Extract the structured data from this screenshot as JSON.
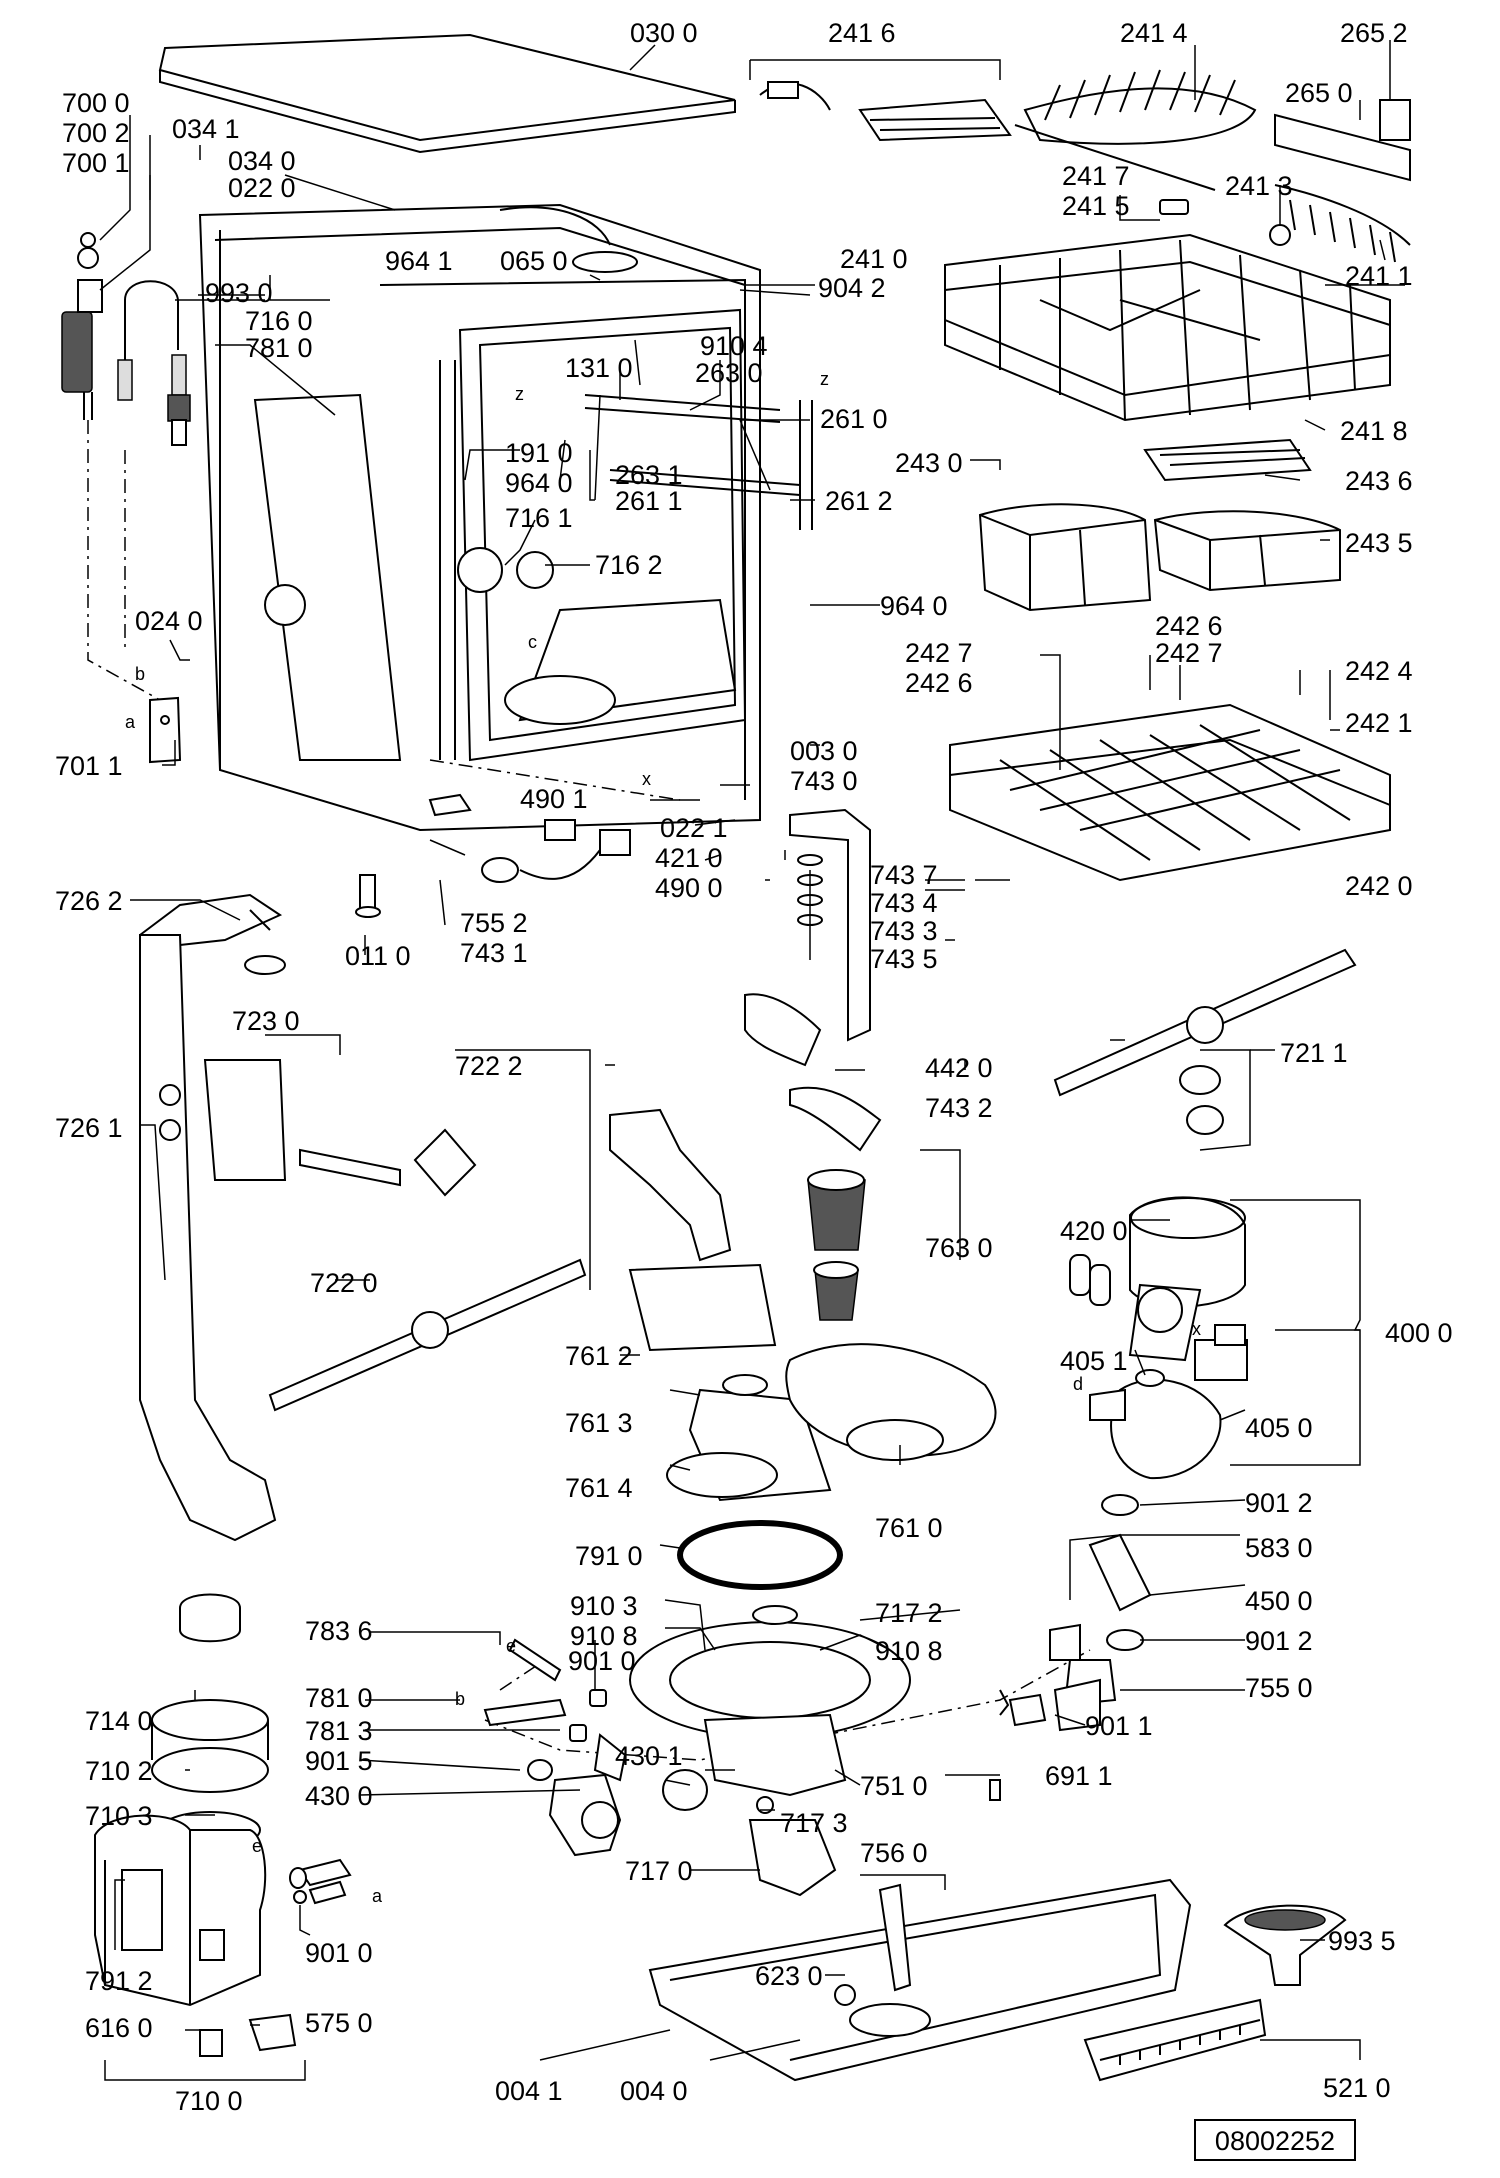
{
  "labels": {
    "p0300": "030 0",
    "p2416": "241 6",
    "p2414": "241 4",
    "p2652": "265 2",
    "p2650": "265 0",
    "p7000": "700 0",
    "p7002": "700 2",
    "p7001": "700 1",
    "p0341": "034 1",
    "p0340": "034 0",
    "p0220": "022 0",
    "p2417": "241 7",
    "p2415": "241 5",
    "p2413": "241 3",
    "p2411": "241 1",
    "p9641a": "964 1",
    "p0650": "065 0",
    "p2410": "241 0",
    "p9042": "904 2",
    "p9930": "993 0",
    "p7160": "716 0",
    "p7810a": "781 0",
    "p9104": "910 4",
    "p1310": "131 0",
    "p2630": "263 0",
    "p2418": "241 8",
    "p2610": "261 0",
    "p2631": "263 1",
    "p1910": "191 0",
    "p2611": "261 1",
    "p9640a": "964 0",
    "p2430": "243 0",
    "p2436": "243 6",
    "p2612": "261 2",
    "p7161": "716 1",
    "p7162": "716 2",
    "p2435": "243 5",
    "p0240": "024 0",
    "p9640b": "964 0",
    "p2426a": "242 6",
    "p2427a": "242 7",
    "p2427b": "242 7",
    "p2426b": "242 6",
    "p2424": "242 4",
    "p2421": "242 1",
    "p7011": "701 1",
    "p0030": "003 0",
    "p7430": "743 0",
    "p4901": "490 1",
    "p0221": "022 1",
    "p4210": "421 0",
    "p4900": "490 0",
    "p7262": "726 2",
    "p7552": "755 2",
    "p7437": "743 7",
    "p7434": "743 4",
    "p7433": "743 3",
    "p7435": "743 5",
    "p0110": "011 0",
    "p7431": "743 1",
    "p2420": "242 0",
    "p7230": "723 0",
    "p7222": "722 2",
    "p7211": "721 1",
    "p7261": "726 1",
    "p4420": "442 0",
    "p7432": "743 2",
    "p7630": "763 0",
    "p7220": "722 0",
    "p4200": "420 0",
    "p4000": "400 0",
    "p7612": "761 2",
    "p4051": "405 1",
    "p7613": "761 3",
    "p4050": "405 0",
    "p7614": "761 4",
    "p7610": "761 0",
    "p9012a": "901 2",
    "p7910": "791 0",
    "p5830": "583 0",
    "p4500": "450 0",
    "p9103": "910 3",
    "p7172": "717 2",
    "p9108a": "910 8",
    "p9108b": "910 8",
    "p9012b": "901 2",
    "p7836": "783 6",
    "p9010a": "901 0",
    "p7550": "755 0",
    "p7140": "714 0",
    "p7810b": "781 0",
    "p9011": "901 1",
    "p7813": "781 3",
    "p7102": "710 2",
    "p9015": "901 5",
    "p4301": "430 1",
    "p7510": "751 0",
    "p6911": "691 1",
    "p4300": "430 0",
    "p7103": "710 3",
    "p7173": "717 3",
    "p7170": "717 0",
    "p7560": "756 0",
    "p9010b": "901 0",
    "p9935": "993 5",
    "p7912": "791 2",
    "p6230": "623 0",
    "p5750": "575 0",
    "p6160": "616 0",
    "p7100": "710 0",
    "p0041": "004 1",
    "p0040": "004 0",
    "p5210": "521 0",
    "la": "a",
    "lb": "b",
    "la2": "a",
    "lb2": "b",
    "lc": "c",
    "lx1": "x",
    "lx2": "x",
    "lz1": "z",
    "lz2": "z",
    "ld": "d",
    "le1": "e",
    "le2": "e"
  },
  "doc_number": "08002252"
}
